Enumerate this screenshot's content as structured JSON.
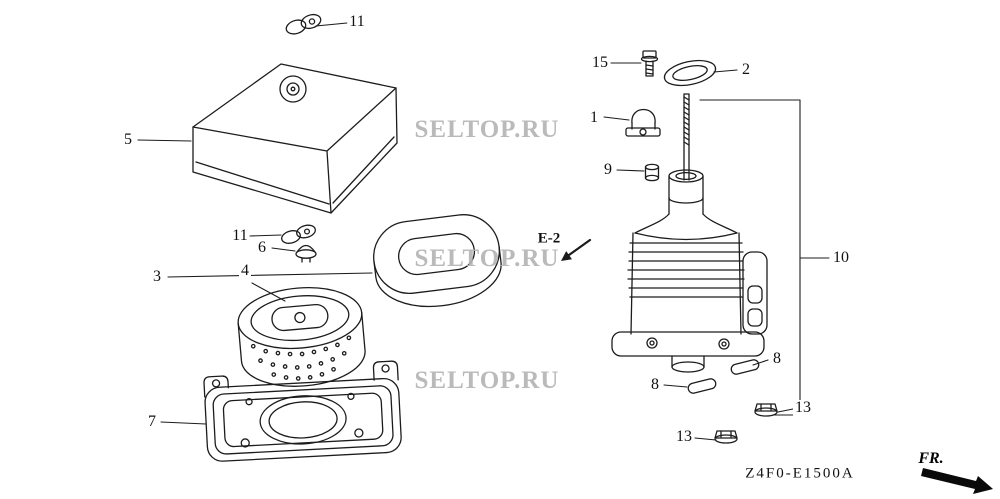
{
  "watermark": {
    "text": "SELTOP.RU"
  },
  "callouts": {
    "clip_top": "11",
    "cover": "5",
    "clip_mid": "11",
    "wing_nut": "6",
    "element_assembly": "3",
    "element": "4",
    "case_base": "7",
    "bolt": "15",
    "gasket": "2",
    "clamp": "1",
    "collar": "9",
    "case_assembly": "10",
    "stud_left": "8",
    "stud_right": "8",
    "nut_right": "13",
    "nut_left": "13"
  },
  "reference": {
    "section_label": "E-2"
  },
  "footer": {
    "diagram_code": "Z4F0-E1500A",
    "orientation_label": "FR."
  }
}
